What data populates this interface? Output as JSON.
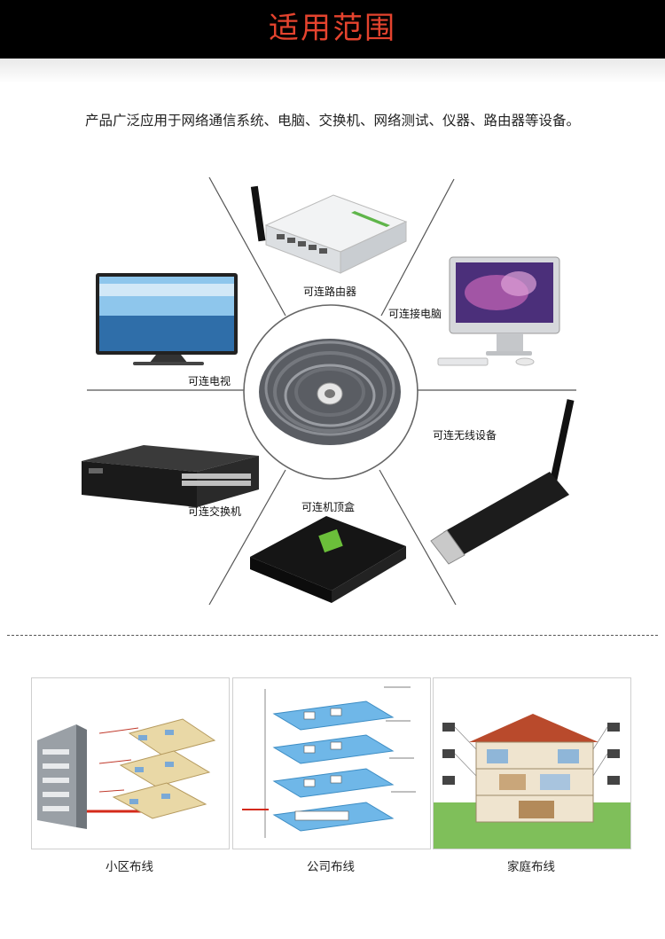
{
  "header": {
    "title": "适用范围"
  },
  "intro": {
    "text": "产品广泛应用于网络通信系统、电脑、交换机、网络测试、仪器、路由器等设备。"
  },
  "devices": {
    "router": "可连路由器",
    "computer": "可连接电脑",
    "tv": "可连电视",
    "wireless": "可连无线设备",
    "switch": "可连交换机",
    "settopbox": "可连机顶盒"
  },
  "scenarios": [
    {
      "label": "小区布线"
    },
    {
      "label": "公司布线"
    },
    {
      "label": "家庭布线"
    }
  ],
  "colors": {
    "header_bg": "#000000",
    "title": "#e4432e",
    "accent_red": "#d42a1a"
  }
}
